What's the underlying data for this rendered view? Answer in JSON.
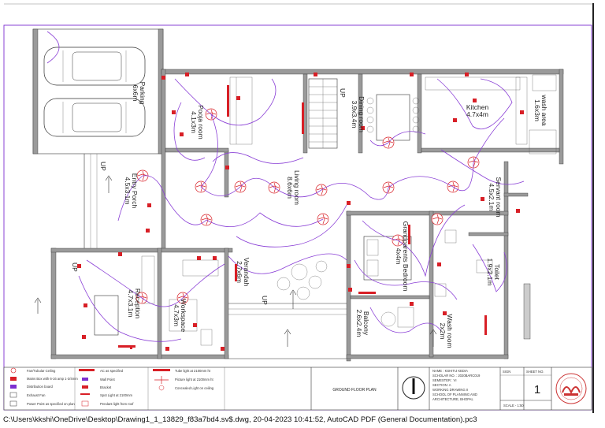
{
  "rooms": {
    "parking": {
      "name": "Parking",
      "size": "6x6m"
    },
    "puja": {
      "name": "Pooja room",
      "size": "4.1x3m"
    },
    "dining": {
      "name": "Dining room",
      "size": "3.9x3.4m"
    },
    "kitchen": {
      "name": "Kitchen",
      "size": "4.7x4m"
    },
    "wash_area": {
      "name": "wash area",
      "size": "1.6x3m"
    },
    "living": {
      "name": "Living room",
      "size": "8.6x6m"
    },
    "entry": {
      "name": "Entry Porch",
      "size": "4.5x3.1m"
    },
    "servant": {
      "name": "Servant room",
      "size": "4.5x2.1m"
    },
    "grandparents": {
      "name": "Grandparents Bedroom",
      "size": "4x4m"
    },
    "verandah": {
      "name": "Verandah",
      "size": "2.7x6m"
    },
    "reception": {
      "name": "Reception",
      "size": "4.7x3.1m"
    },
    "workspace": {
      "name": "Workspace",
      "size": "4.7x3m"
    },
    "balcony": {
      "name": "Balcony",
      "size": "2.6x2.4m"
    },
    "wash_room": {
      "name": "Wash room",
      "size": "2x2m"
    },
    "toilet": {
      "name": "Toilet",
      "size": "1.9x2.1m"
    },
    "up_labels": [
      "UP",
      "UP",
      "UP",
      "UP"
    ]
  },
  "legend": {
    "items": [
      {
        "symbol": "fan-icon",
        "label": "Fan/Tubular Ceiling"
      },
      {
        "symbol": "board-icon",
        "label": "Mains Box with 6-16 amp 1-3/4mm"
      },
      {
        "symbol": "distribution-board-icon",
        "label": "Distribution board"
      },
      {
        "symbol": "exhaust-fan-icon",
        "label": "Exhaust Fan"
      },
      {
        "symbol": "power-point-icon",
        "label": "Power Point as specified on plan"
      },
      {
        "symbol": "ac-icon",
        "label": "AC as specified"
      },
      {
        "symbol": "wall-point-icon",
        "label": "Wall Point"
      },
      {
        "symbol": "bracket-icon",
        "label": "Bracket"
      },
      {
        "symbol": "spot-icon",
        "label": "Spot Light at 2100mm"
      },
      {
        "symbol": "pendant-icon",
        "label": "Pendant light from roof"
      },
      {
        "symbol": "tube-icon",
        "label": "Tube light at 2100mm ht"
      },
      {
        "symbol": "picture-icon",
        "label": "Picture light at 2100mm ht"
      },
      {
        "symbol": "concealed-icon",
        "label": "Concealed Light on ceiling"
      }
    ]
  },
  "title_block": {
    "plan_title": "GROUND FLOOR PLAN",
    "name_line": "NAME : KSHITIJ KEDIA",
    "scholar": "SCHOLAR NO. : 2020BARC019",
    "semester": "SEMESTER : VI",
    "section": "SECTION: A",
    "subject": "WORKING DRAWING II",
    "school": "SCHOOL OF PLANNING AND",
    "school2": "ARCHITECTURE, BHOPAL",
    "sign_label": "SIGN",
    "sheet_label": "SHEET NO.",
    "sheet_no": "1",
    "scale": "SCALE - 1:50"
  },
  "footer": {
    "path": "C:\\Users\\kkshi\\OneDrive\\Desktop\\Drawing1_1_13829_f83a7bd4.sv$.dwg, 20-04-2023 10:41:52, AutoCAD PDF (General Documentation).pc3"
  },
  "colors": {
    "wire": "#8a3fd6",
    "symbol_red": "#d81f26",
    "sheet_border": "#7d2fd0"
  }
}
